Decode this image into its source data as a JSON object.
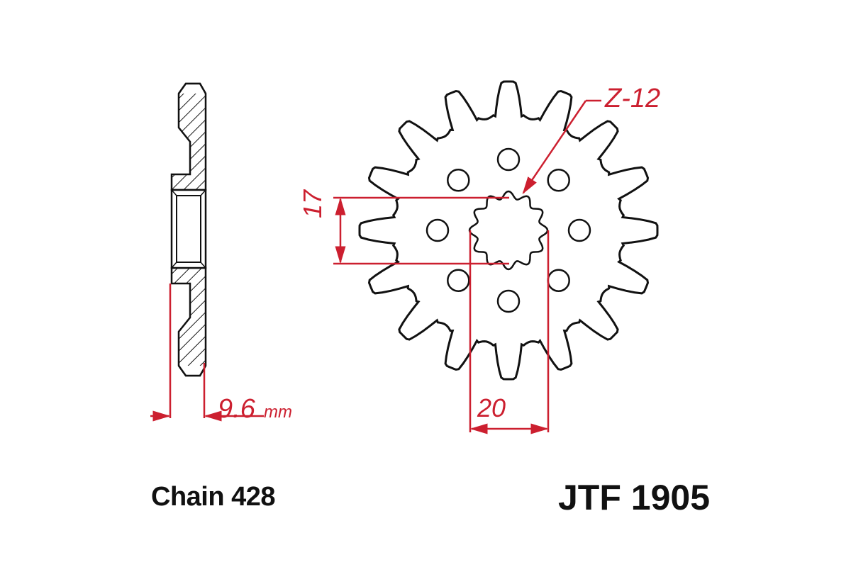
{
  "diagram": {
    "type": "technical drawing",
    "subject": "front sprocket",
    "part_number": "JTF 1905",
    "chain": "Chain 428",
    "colors": {
      "outline": "#111111",
      "dimension": "#cc1f2f",
      "background": "#ffffff"
    },
    "views": {
      "side_section": {
        "label": "side cross-section view",
        "thickness_dimension": "9.6",
        "thickness_unit": "mm"
      },
      "front": {
        "label": "front view",
        "outer_teeth": 16,
        "bolt_holes": 8,
        "spline_teeth_label": "Z-12",
        "spline_width_dimension": "20",
        "hub_height_dimension": "17"
      }
    }
  }
}
